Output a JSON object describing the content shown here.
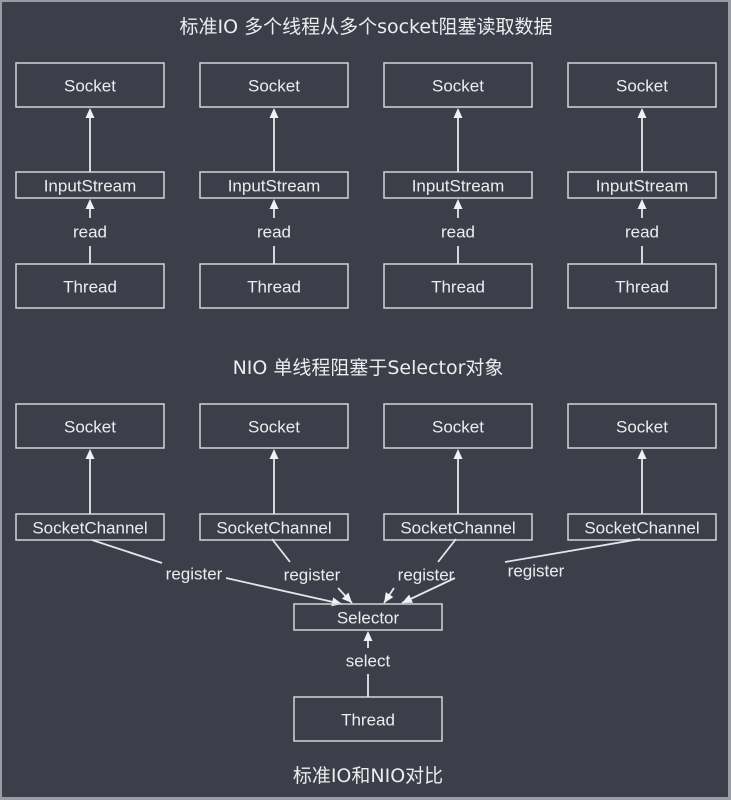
{
  "diagram": {
    "title_top": "标准IO 多个线程从多个socket阻塞读取数据",
    "title_mid": "NIO 单线程阻塞于Selector对象",
    "caption": "标准IO和NIO对比",
    "io_section": {
      "columns": [
        {
          "socket": "Socket",
          "stream": "InputStream",
          "edge": "read",
          "thread": "Thread"
        },
        {
          "socket": "Socket",
          "stream": "InputStream",
          "edge": "read",
          "thread": "Thread"
        },
        {
          "socket": "Socket",
          "stream": "InputStream",
          "edge": "read",
          "thread": "Thread"
        },
        {
          "socket": "Socket",
          "stream": "InputStream",
          "edge": "read",
          "thread": "Thread"
        }
      ]
    },
    "nio_section": {
      "columns": [
        {
          "socket": "Socket",
          "channel": "SocketChannel",
          "edge": "register"
        },
        {
          "socket": "Socket",
          "channel": "SocketChannel",
          "edge": "register"
        },
        {
          "socket": "Socket",
          "channel": "SocketChannel",
          "edge": "register"
        },
        {
          "socket": "Socket",
          "channel": "SocketChannel",
          "edge": "register"
        }
      ],
      "selector": "Selector",
      "select_edge": "select",
      "thread": "Thread"
    }
  }
}
